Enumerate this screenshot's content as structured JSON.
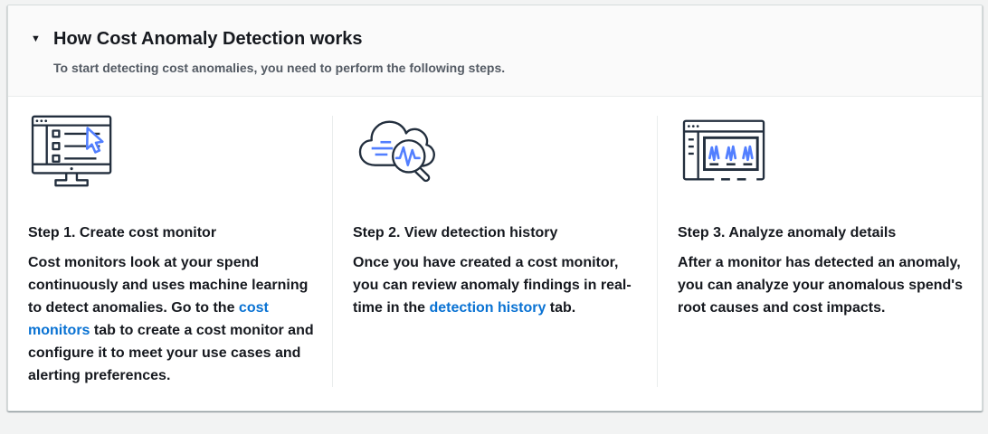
{
  "header": {
    "title": "How Cost Anomaly Detection works",
    "subtitle": "To start detecting cost anomalies, you need to perform the following steps.",
    "collapse_glyph": "▼",
    "state": "expanded"
  },
  "steps": [
    {
      "icon": "monitor-cursor-icon",
      "title": "Step 1. Create cost monitor",
      "body_before_link": "Cost monitors look at your spend continuously and uses machine learning to detect anomalies. Go to the ",
      "link": "cost monitors",
      "body_after_link": " tab to create a cost monitor and configure it to meet your use cases and alerting preferences."
    },
    {
      "icon": "cloud-search-icon",
      "title": "Step 2. View detection history",
      "body_before_link": "Once you have created a cost monitor, you can review anomaly findings in real-time in the ",
      "link": "detection history",
      "body_after_link": " tab."
    },
    {
      "icon": "window-anomaly-chart-icon",
      "title": "Step 3. Analyze anomaly details",
      "body_before_link": "After a monitor has detected an anomaly, you can analyze your anomalous spend's root causes and cost impacts.",
      "link": "",
      "body_after_link": ""
    }
  ],
  "colors": {
    "link_blue": "#0972d3",
    "icon_navy": "#232f3e",
    "icon_blue": "#527fff",
    "title_text": "#16191f",
    "subtitle_text": "#545b64",
    "card_border": "#d5dbdb",
    "divider": "#eaeded",
    "header_background": "#fafafa",
    "page_background": "#f2f3f3"
  }
}
